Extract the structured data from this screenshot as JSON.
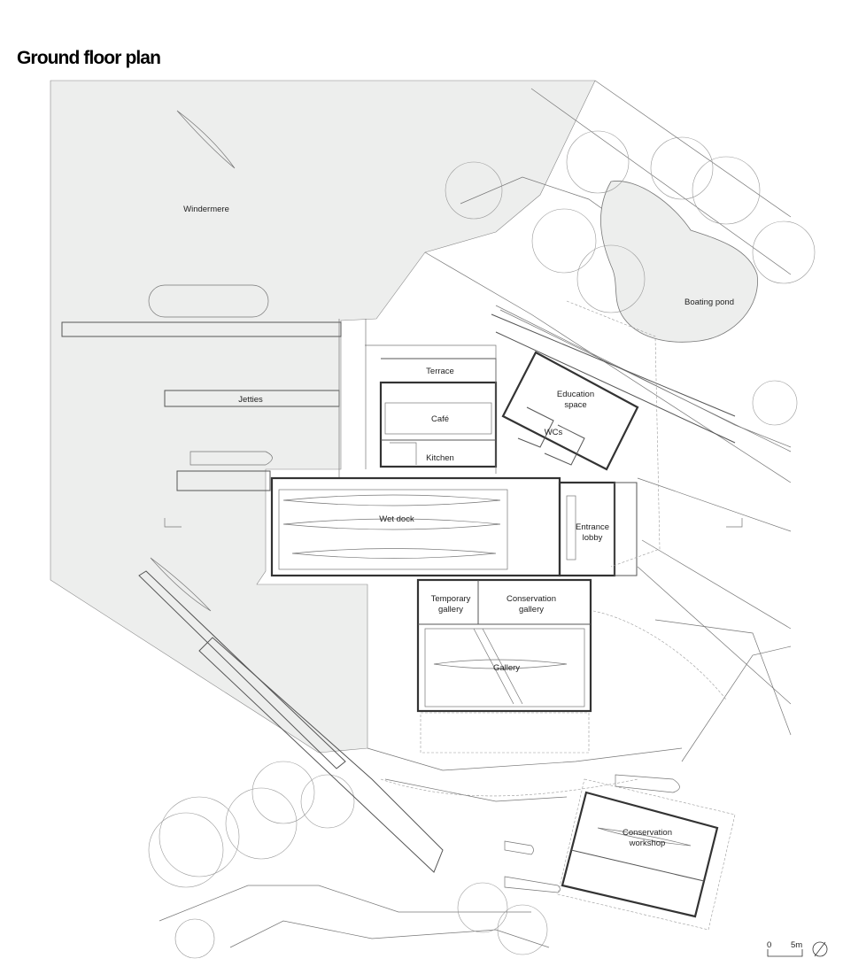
{
  "title": "Ground floor plan",
  "labels": {
    "windermere": "Windermere",
    "boating_pond": "Boating pond",
    "terrace": "Terrace",
    "education_space_1": "Education",
    "education_space_2": "space",
    "jetties": "Jetties",
    "cafe": "Café",
    "wcs": "WCs",
    "kitchen": "Kitchen",
    "wet_dock": "Wet dock",
    "entrance_lobby_1": "Entrance",
    "entrance_lobby_2": "lobby",
    "temporary_gallery_1": "Temporary",
    "temporary_gallery_2": "gallery",
    "conservation_gallery_1": "Conservation",
    "conservation_gallery_2": "gallery",
    "gallery": "Gallery",
    "conservation_workshop_1": "Conservation",
    "conservation_workshop_2": "workshop"
  },
  "scale": {
    "start": "0",
    "end": "5m"
  },
  "colors": {
    "water": "#edeeed",
    "line": "#555555",
    "wall": "#333333"
  },
  "icons": {
    "north": "north-arrow-icon"
  }
}
